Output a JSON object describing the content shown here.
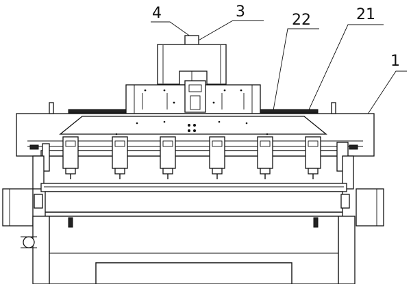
{
  "figure": {
    "labels": [
      {
        "id": "ref-4",
        "text": "4"
      },
      {
        "id": "ref-3",
        "text": "3"
      },
      {
        "id": "ref-22",
        "text": "22"
      },
      {
        "id": "ref-21",
        "text": "21"
      },
      {
        "id": "ref-1",
        "text": "1"
      }
    ],
    "colors": {
      "line": "#111111",
      "background": "#ffffff"
    }
  }
}
